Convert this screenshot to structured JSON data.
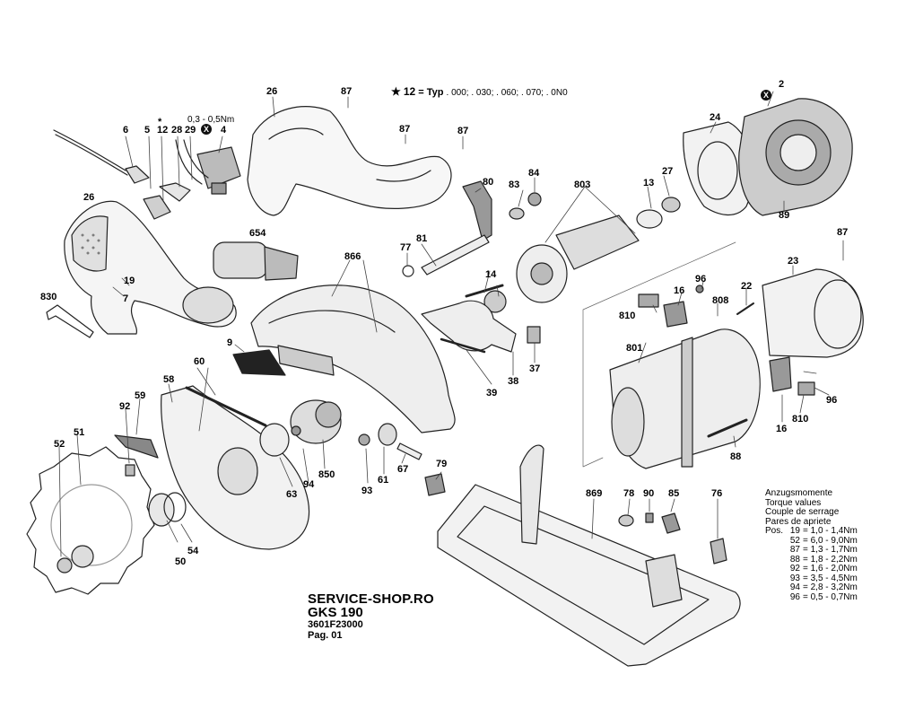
{
  "note": {
    "star": "★",
    "number": "12",
    "typ_label": "= Typ",
    "values": ". 000; . 030; . 060; . 070; . 0N0"
  },
  "torque_hint": "0,3 - 0,5Nm",
  "x_marker": "X",
  "labels": {
    "p2": "2",
    "p4": "4",
    "p5": "5",
    "p6": "6",
    "p7": "7",
    "p9": "9",
    "p12": "12",
    "p12star": "*",
    "p13": "13",
    "p14": "14",
    "p16a": "16",
    "p16b": "16",
    "p19": "19",
    "p22": "22",
    "p23": "23",
    "p24": "24",
    "p26a": "26",
    "p26b": "26",
    "p27": "27",
    "p28": "28",
    "p29": "29",
    "p37": "37",
    "p38": "38",
    "p39": "39",
    "p50": "50",
    "p51": "51",
    "p52": "52",
    "p54": "54",
    "p58": "58",
    "p59": "59",
    "p60": "60",
    "p61": "61",
    "p63": "63",
    "p67": "67",
    "p76": "76",
    "p77": "77",
    "p78": "78",
    "p79": "79",
    "p80": "80",
    "p81": "81",
    "p83": "83",
    "p84": "84",
    "p85": "85",
    "p87a": "87",
    "p87b": "87",
    "p87c": "87",
    "p87d": "87",
    "p88": "88",
    "p89": "89",
    "p90": "90",
    "p92": "92",
    "p93": "93",
    "p94": "94",
    "p96a": "96",
    "p96b": "96",
    "p654": "654",
    "p801": "801",
    "p803": "803",
    "p808": "808",
    "p810a": "810",
    "p810b": "810",
    "p830": "830",
    "p850": "850",
    "p866": "866",
    "p869": "869"
  },
  "torque_table": {
    "headings": [
      "Anzugsmomente",
      "Torque values",
      "Couple de serrage",
      "Pares de apriete"
    ],
    "pos_label": "Pos.",
    "rows": [
      {
        "pos": "19",
        "value": "= 1,0 - 1,4Nm"
      },
      {
        "pos": "52",
        "value": "= 6,0 - 9,0Nm"
      },
      {
        "pos": "87",
        "value": "= 1,3 - 1,7Nm"
      },
      {
        "pos": "88",
        "value": "= 1,8 - 2,2Nm"
      },
      {
        "pos": "92",
        "value": "= 1,6 - 2,0Nm"
      },
      {
        "pos": "93",
        "value": "= 3,5 - 4,5Nm"
      },
      {
        "pos": "94",
        "value": "= 2,8 - 3,2Nm"
      },
      {
        "pos": "96",
        "value": "= 0,5 - 0,7Nm"
      }
    ]
  },
  "footer": {
    "brand": "SERVICE-SHOP.RO",
    "model": "GKS 190",
    "code": "3601F23000",
    "page": "Pag. 01"
  }
}
